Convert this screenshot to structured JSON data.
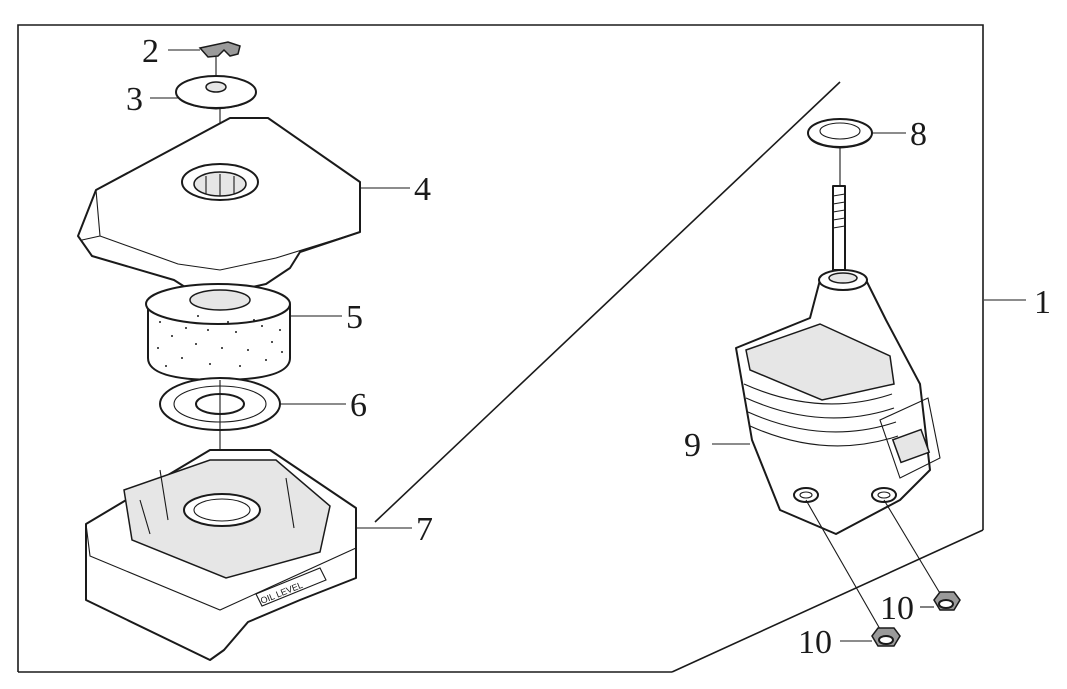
{
  "callouts": {
    "c1": "1",
    "c2": "2",
    "c3": "3",
    "c4": "4",
    "c5": "5",
    "c6": "6",
    "c7": "7",
    "c8": "8",
    "c9": "9",
    "c10a": "10",
    "c10b": "10"
  },
  "case_label": "OIL LEVEL"
}
